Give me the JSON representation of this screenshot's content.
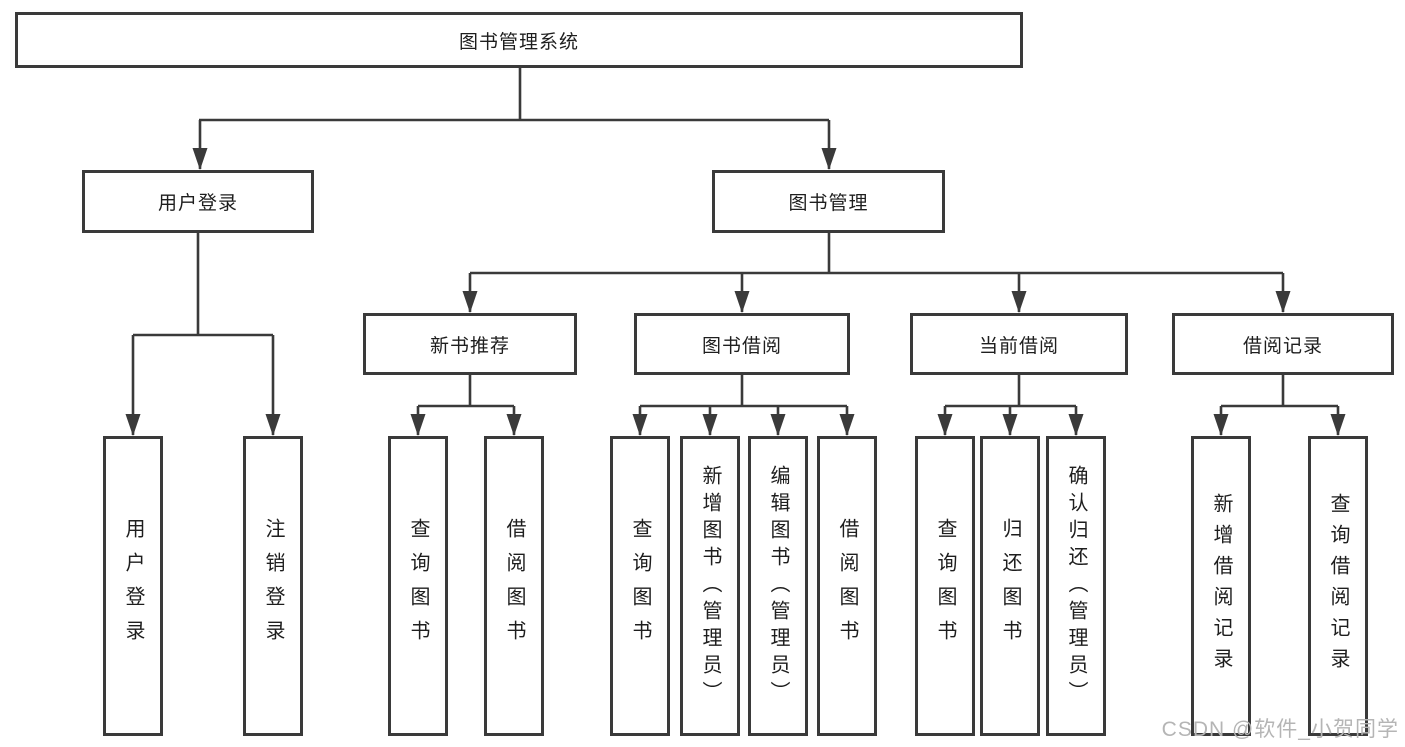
{
  "nodes": {
    "root": "图书管理系统",
    "level2": [
      "用户登录",
      "图书管理"
    ],
    "level3": [
      "新书推荐",
      "图书借阅",
      "当前借阅",
      "借阅记录"
    ],
    "leaves": [
      "用户登录",
      "注销登录",
      "查询图书",
      "借阅图书",
      "查询图书",
      "新增图书（管理员）",
      "编辑图书（管理员）",
      "借阅图书",
      "查询图书",
      "归还图书",
      "确认归还（管理员）",
      "新增借阅记录",
      "查询借阅记录"
    ]
  },
  "watermark": "CSDN @软件_小贺同学",
  "colors": {
    "line": "#3a3a3a",
    "box_border": "#3a3a3a",
    "text": "#1e1e1e",
    "watermark": "#b5b5b5",
    "background": "#ffffff"
  }
}
